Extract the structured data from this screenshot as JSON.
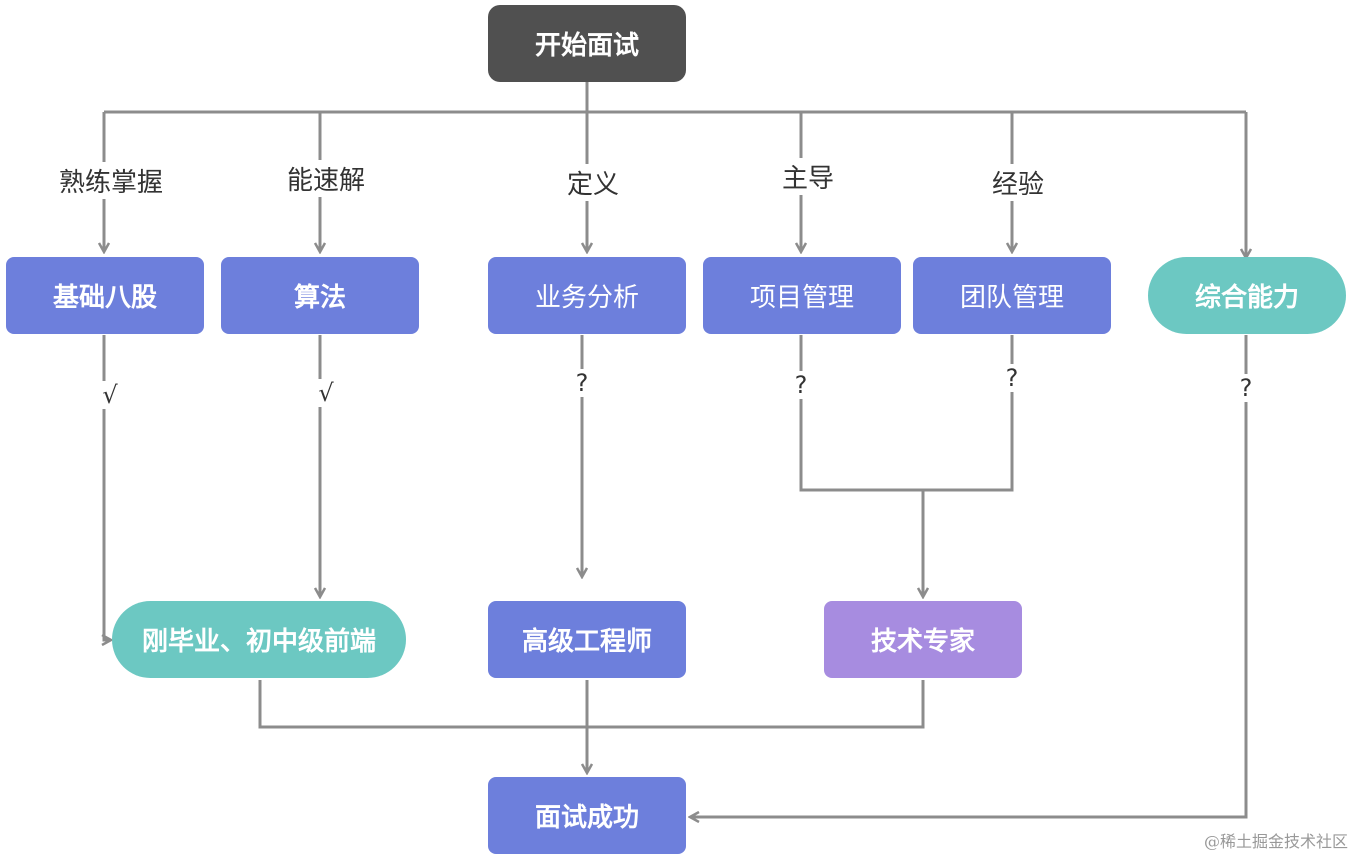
{
  "nodes": {
    "start": "开始面试",
    "basics": "基础八股",
    "algorithm": "算法",
    "business_analysis": "业务分析",
    "project_mgmt": "项目管理",
    "team_mgmt": "团队管理",
    "overall_ability": "综合能力",
    "junior_frontend": "刚毕业、初中级前端",
    "senior_engineer": "高级工程师",
    "tech_expert": "技术专家",
    "success": "面试成功"
  },
  "edge_labels": {
    "basics": "熟练掌握",
    "algorithm": "能速解",
    "business_analysis": "定义",
    "project_mgmt": "主导",
    "team_mgmt": "经验"
  },
  "marks": {
    "basics": "√",
    "algorithm": "√",
    "business_analysis": "?",
    "project_mgmt": "?",
    "team_mgmt": "?",
    "overall_ability": "?"
  },
  "watermark": "@稀土掘金技术社区",
  "colors": {
    "blue": "#6d7fdc",
    "dark": "#505050",
    "teal": "#6cc8c2",
    "purple": "#a78ce0",
    "line": "#8c8c8c"
  }
}
